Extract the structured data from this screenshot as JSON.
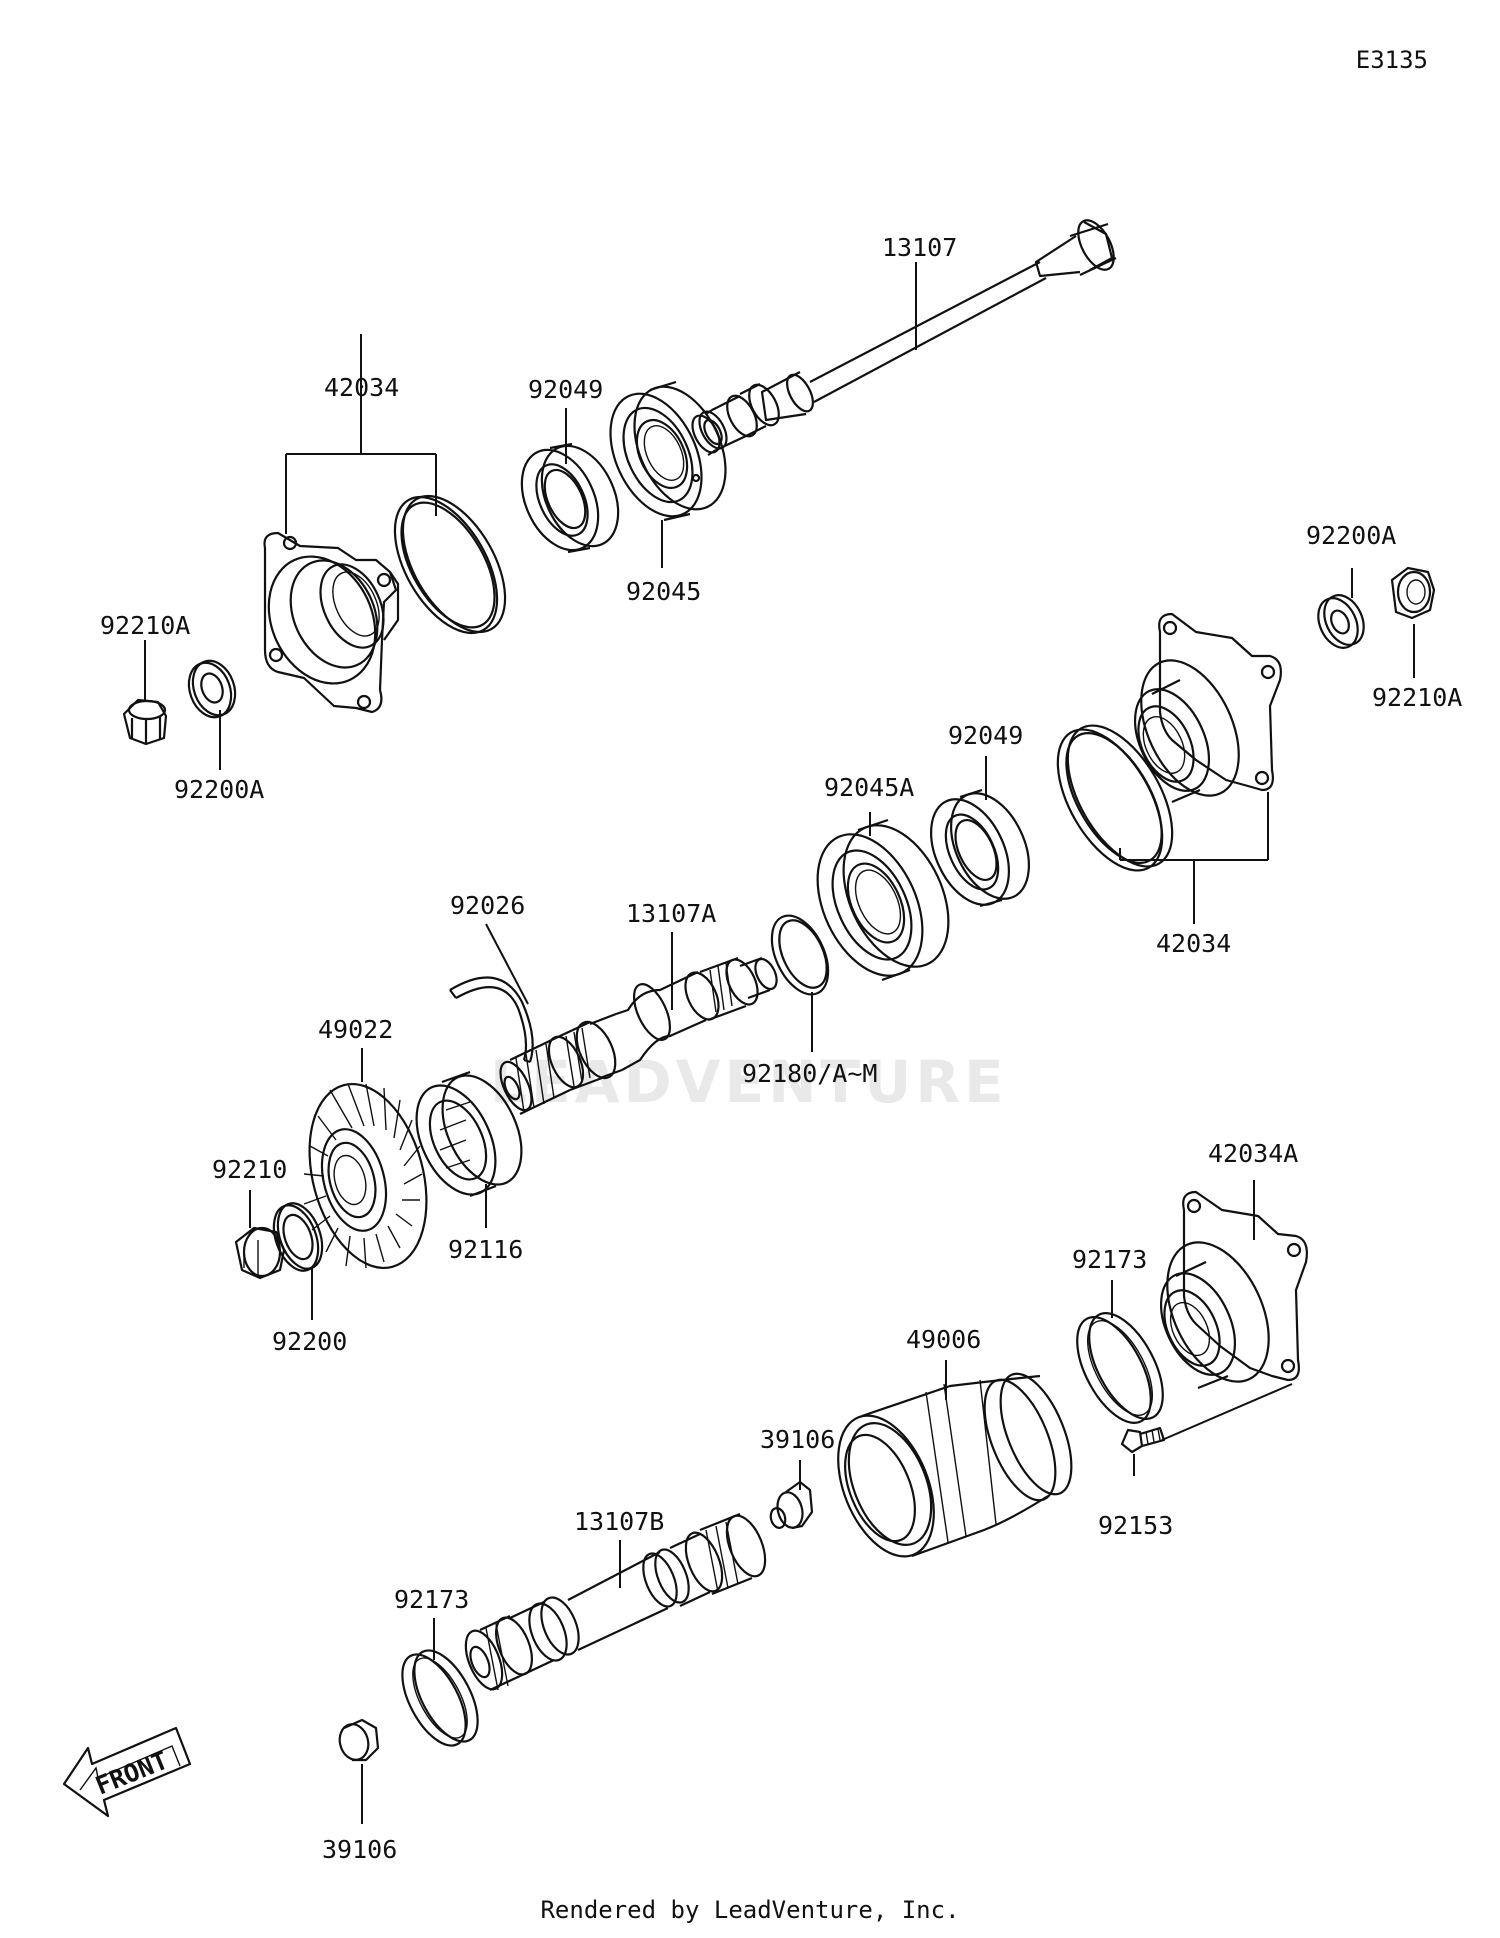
{
  "diagram_code": "E3135",
  "footer": "Rendered by LeadVenture, Inc.",
  "watermark": "LEADVENTURE",
  "front_marker": "FRONT",
  "part_labels": {
    "l13107": "13107",
    "l42034_top": "42034",
    "l92049_top": "92049",
    "l92045": "92045",
    "l92210A_left": "92210A",
    "l92200A_left": "92200A",
    "l92200A_right": "92200A",
    "l92210A_right": "92210A",
    "l92049_mid": "92049",
    "l92045A": "92045A",
    "l42034_mid": "42034",
    "l92026": "92026",
    "l13107A": "13107A",
    "l92180": "92180/A~M",
    "l49022": "49022",
    "l92210": "92210",
    "l92116": "92116",
    "l92200": "92200",
    "l42034A": "42034A",
    "l92173_right": "92173",
    "l49006": "49006",
    "l39106_mid": "39106",
    "l92153": "92153",
    "l13107B": "13107B",
    "l92173_left": "92173",
    "l39106_bottom": "39106"
  }
}
